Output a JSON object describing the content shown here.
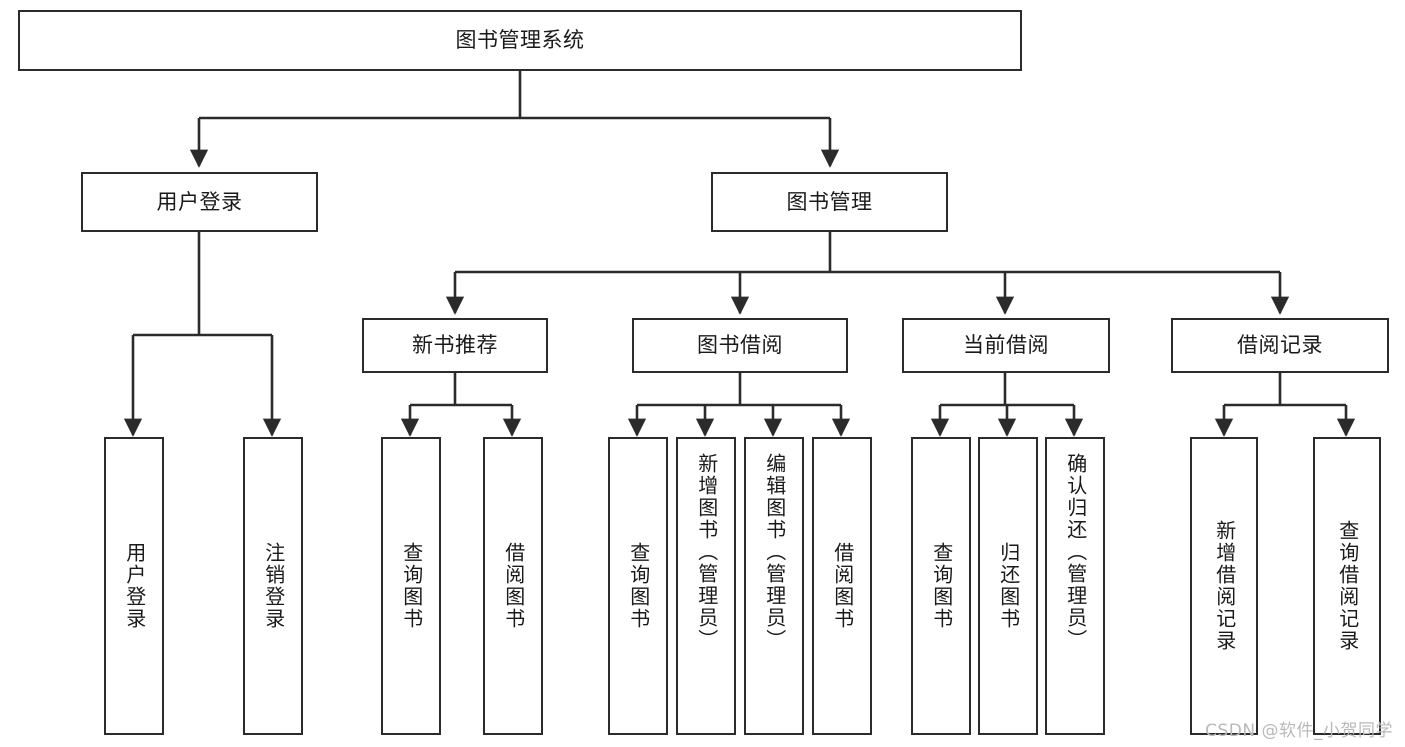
{
  "meta": {
    "title": "图书管理系统 功能结构图",
    "watermark": "CSDN @软件_小贺同学"
  },
  "colors": {
    "background": "#ffffff",
    "node_fill": "#ffffff",
    "node_stroke": "#2b2b2b",
    "edge_stroke": "#2b2b2b",
    "text": "#1a1a1a",
    "watermark_text": "#b9b9b9"
  },
  "chart_data": {
    "type": "diagram",
    "diagram_kind": "tree",
    "title": "图书管理系统",
    "orientation": "top-down",
    "nodes": [
      {
        "id": "root",
        "label": "图书管理系统",
        "level": 0,
        "parent": null,
        "orientation": "horizontal"
      },
      {
        "id": "n1",
        "label": "用户登录",
        "level": 1,
        "parent": "root",
        "orientation": "horizontal"
      },
      {
        "id": "n2",
        "label": "图书管理",
        "level": 1,
        "parent": "root",
        "orientation": "horizontal"
      },
      {
        "id": "n2a",
        "label": "新书推荐",
        "level": 2,
        "parent": "n2",
        "orientation": "horizontal"
      },
      {
        "id": "n2b",
        "label": "图书借阅",
        "level": 2,
        "parent": "n2",
        "orientation": "horizontal"
      },
      {
        "id": "n2c",
        "label": "当前借阅",
        "level": 2,
        "parent": "n2",
        "orientation": "horizontal"
      },
      {
        "id": "n2d",
        "label": "借阅记录",
        "level": 2,
        "parent": "n2",
        "orientation": "horizontal"
      },
      {
        "id": "l1",
        "label": "用户登录",
        "level": 2,
        "parent": "n1",
        "orientation": "vertical"
      },
      {
        "id": "l2",
        "label": "注销登录",
        "level": 2,
        "parent": "n1",
        "orientation": "vertical"
      },
      {
        "id": "l3",
        "label": "查询图书",
        "level": 3,
        "parent": "n2a",
        "orientation": "vertical"
      },
      {
        "id": "l4",
        "label": "借阅图书",
        "level": 3,
        "parent": "n2a",
        "orientation": "vertical"
      },
      {
        "id": "l5",
        "label": "查询图书",
        "level": 3,
        "parent": "n2b",
        "orientation": "vertical"
      },
      {
        "id": "l6",
        "label": "新增图书（管理员）",
        "level": 3,
        "parent": "n2b",
        "orientation": "vertical"
      },
      {
        "id": "l7",
        "label": "编辑图书（管理员）",
        "level": 3,
        "parent": "n2b",
        "orientation": "vertical"
      },
      {
        "id": "l8",
        "label": "借阅图书",
        "level": 3,
        "parent": "n2b",
        "orientation": "vertical"
      },
      {
        "id": "l9",
        "label": "查询图书",
        "level": 3,
        "parent": "n2c",
        "orientation": "vertical"
      },
      {
        "id": "l10",
        "label": "归还图书",
        "level": 3,
        "parent": "n2c",
        "orientation": "vertical"
      },
      {
        "id": "l11",
        "label": "确认归还（管理员）",
        "level": 3,
        "parent": "n2c",
        "orientation": "vertical"
      },
      {
        "id": "l12",
        "label": "新增借阅记录",
        "level": 3,
        "parent": "n2d",
        "orientation": "vertical"
      },
      {
        "id": "l13",
        "label": "查询借阅记录",
        "level": 3,
        "parent": "n2d",
        "orientation": "vertical"
      }
    ],
    "edges": [
      {
        "from": "root",
        "to": "n1"
      },
      {
        "from": "root",
        "to": "n2"
      },
      {
        "from": "n1",
        "to": "l1"
      },
      {
        "from": "n1",
        "to": "l2"
      },
      {
        "from": "n2",
        "to": "n2a"
      },
      {
        "from": "n2",
        "to": "n2b"
      },
      {
        "from": "n2",
        "to": "n2c"
      },
      {
        "from": "n2",
        "to": "n2d"
      },
      {
        "from": "n2a",
        "to": "l3"
      },
      {
        "from": "n2a",
        "to": "l4"
      },
      {
        "from": "n2b",
        "to": "l5"
      },
      {
        "from": "n2b",
        "to": "l6"
      },
      {
        "from": "n2b",
        "to": "l7"
      },
      {
        "from": "n2b",
        "to": "l8"
      },
      {
        "from": "n2c",
        "to": "l9"
      },
      {
        "from": "n2c",
        "to": "l10"
      },
      {
        "from": "n2c",
        "to": "l11"
      },
      {
        "from": "n2d",
        "to": "l12"
      },
      {
        "from": "n2d",
        "to": "l13"
      }
    ]
  }
}
